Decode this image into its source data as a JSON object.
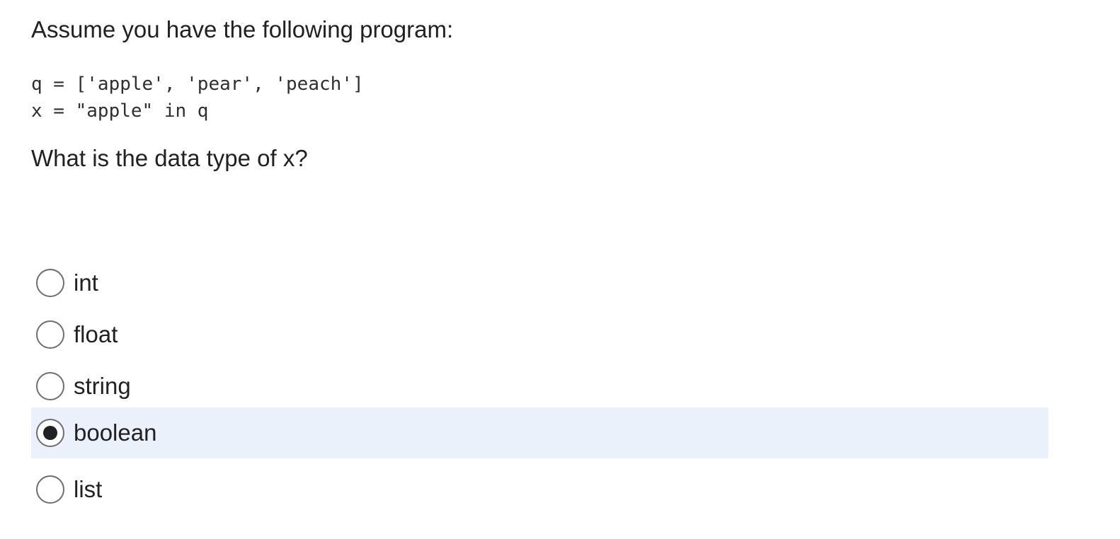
{
  "question": {
    "intro": "Assume you have the following program:",
    "code_lines": [
      "q = ['apple', 'pear', 'peach']",
      "x = \"apple\" in q"
    ],
    "prompt": "What is the data type of x?"
  },
  "options": [
    {
      "label": "int",
      "selected": false
    },
    {
      "label": "float",
      "selected": false
    },
    {
      "label": "string",
      "selected": false
    },
    {
      "label": "boolean",
      "selected": true
    },
    {
      "label": "list",
      "selected": false
    }
  ],
  "colors": {
    "selected_background": "#eaf1fb",
    "text": "#202122",
    "radio_border": "#6b6f73"
  }
}
